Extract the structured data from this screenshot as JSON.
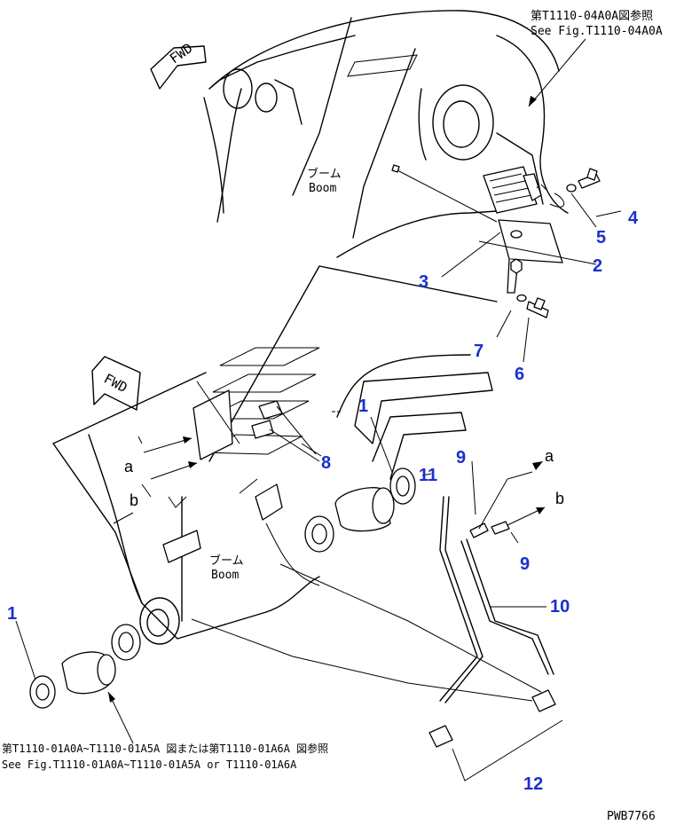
{
  "refs": {
    "top_right_jp": "第T1110-04A0A図参照",
    "top_right_en": "See Fig.T1110-04A0A",
    "bottom_left_jp": "第T1110-01A0A~T1110-01A5A 図または第T1110-01A6A 図参照",
    "bottom_left_en": "See Fig.T1110-01A0A~T1110-01A5A or T1110-01A6A"
  },
  "labels": {
    "boom_jp_upper": "ブーム",
    "boom_en_upper": "Boom",
    "boom_jp_lower": "ブーム",
    "boom_en_lower": "Boom",
    "fwd_upper": "FWD",
    "fwd_lower": "FWD",
    "port_a_left": "a",
    "port_b_left": "b",
    "port_a_right": "a",
    "port_b_right": "b"
  },
  "callouts": {
    "c1_left": "1",
    "c1_center": "1",
    "c2": "2",
    "c3": "3",
    "c4": "4",
    "c5": "5",
    "c6": "6",
    "c7": "7",
    "c8": "8",
    "c9_upper": "9",
    "c9_lower": "9",
    "c10": "10",
    "c11": "11",
    "c12": "12"
  },
  "drawing_id": "PWB7766",
  "colors": {
    "line": "#000000",
    "callout": "#1a2fd0",
    "background": "#ffffff"
  }
}
